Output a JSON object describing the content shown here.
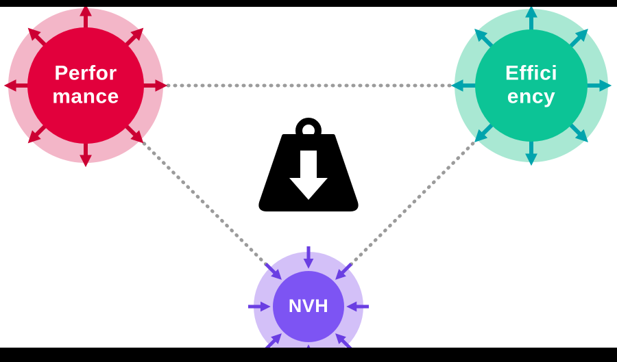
{
  "canvas": {
    "background": "#ffffff",
    "frame_bar_color": "#000000"
  },
  "nodes": {
    "performance": {
      "label_lines": [
        "Perfor",
        "mance"
      ],
      "fill": "#e2003c",
      "halo": "#f3b6c8",
      "arrow_color": "#cc0033",
      "arrow_direction": "outward",
      "text_color": "#ffffff"
    },
    "efficiency": {
      "label_lines": [
        "Effici",
        "ency"
      ],
      "fill": "#0cc496",
      "halo": "#a9e8d3",
      "arrow_color": "#00a4ad",
      "arrow_direction": "outward",
      "text_color": "#ffffff"
    },
    "nvh": {
      "label_lines": [
        "NVH"
      ],
      "fill": "#7d54f3",
      "halo": "#d3c0f8",
      "arrow_direction": "inward",
      "arrow_color": "#6a3ee2",
      "text_color": "#ffffff"
    }
  },
  "connectors": {
    "color": "#9b9b9b",
    "style": "dotted",
    "links": [
      "performance-efficiency",
      "performance-nvh",
      "efficiency-nvh"
    ]
  },
  "center_icon": {
    "name": "weight-icon",
    "color": "#000000",
    "overlay": "down-arrow",
    "overlay_fill": "#ffffff"
  }
}
